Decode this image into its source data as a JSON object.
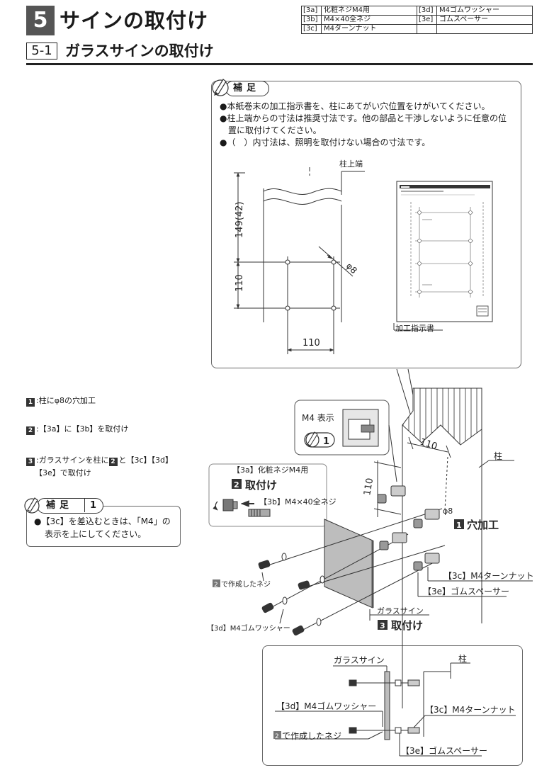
{
  "header": {
    "section_number": "5",
    "title": "サインの取付け",
    "parts": [
      {
        "code": "[3a]",
        "name": "化粧ネジM4用",
        "code2": "[3d]",
        "name2": "M4ゴムワッシャー"
      },
      {
        "code": "[3b]",
        "name": "M4×40全ネジ",
        "code2": "[3e]",
        "name2": "ゴムスペーサー"
      },
      {
        "code": "[3c]",
        "name": "M4ターンナット",
        "code2": "",
        "name2": ""
      }
    ]
  },
  "subsection": {
    "number": "5-1",
    "title": "ガラスサインの取付け"
  },
  "supplement_note": {
    "label": "補足",
    "lines": [
      "●本紙巻末の加工指示書を、柱にあてがい穴位置をけがいてください。",
      "●柱上端からの寸法は推奨寸法です。他の部品と干渉しないように任意の位",
      "置に取付けてください。",
      "●（　）内寸法は、照明を取付けない場合の寸法です。"
    ]
  },
  "drilling_diagram": {
    "top_label": "柱上端",
    "dim_vertical_top": "149(42)",
    "dim_vertical_bottom": "110",
    "dim_horizontal": "110",
    "hole_dia": "φ8",
    "sheet_label": "加工指示書"
  },
  "steps": [
    {
      "num": "1",
      "text": ":柱にφ8の穴加工"
    },
    {
      "num": "2",
      "text": ":【3a】に【3b】を取付け"
    },
    {
      "num": "3",
      "text_a": ":ガラスサインを柱に",
      "num_b": "2",
      "text_b": "と【3c】【3d】",
      "text_c": "【3e】で取付け"
    }
  ],
  "supplement_note_1": {
    "label": "補足",
    "num": "1",
    "line1": "●【3c】を差込むときは、「M4」の",
    "line2": "表示を上にしてください。"
  },
  "assembly": {
    "m4_display": "M4 表示",
    "callout_num": "1",
    "screw_3a": "【3a】化粧ネジM4用",
    "step2_num": "2",
    "step2_label": "取付け",
    "screw_3b": "【3b】M4×40全ネジ",
    "dim_110_v": "110",
    "dim_110_h": "110",
    "pillar": "柱",
    "phi8": "φ8",
    "step1_num": "1",
    "step1_label": "穴加工",
    "turn_nut": "【3c】M4ターンナット",
    "spacer": "【3e】ゴムスペーサー",
    "made_screw_num": "2",
    "made_screw": "で作成したネジ",
    "glass_sign": "ガラスサイン",
    "step3_num": "3",
    "step3_label": "取付け",
    "washer": "【3d】M4ゴムワッシャー"
  },
  "section_view": {
    "glass_sign": "ガラスサイン",
    "pillar": "柱",
    "washer": "【3d】M4ゴムワッシャー",
    "turn_nut": "【3c】M4ターンナット",
    "made_screw_num": "2",
    "made_screw": "で作成したネジ",
    "spacer": "【3e】ゴムスペーサー"
  }
}
